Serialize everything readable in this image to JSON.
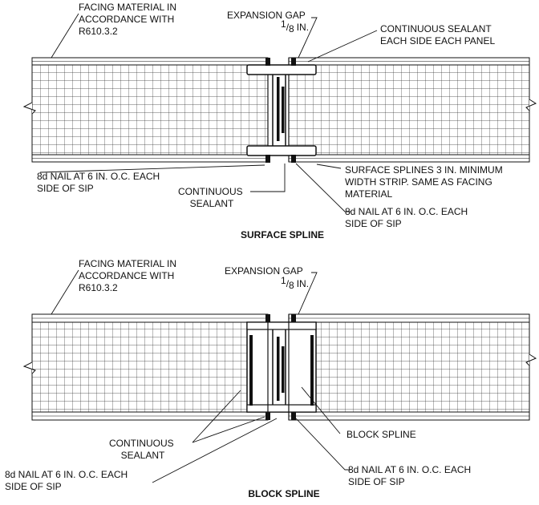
{
  "surface": {
    "facing_label": [
      "FACING MATERIAL IN",
      "ACCORDANCE WITH",
      "R610.3.2"
    ],
    "gap_label": "EXPANSION GAP",
    "gap_num": "1",
    "gap_den": "8",
    "gap_unit": "IN.",
    "sealant_label": [
      "CONTINUOUS SEALANT",
      "EACH SIDE EACH PANEL"
    ],
    "nail_left_label": [
      "8d NAIL AT 6 IN. O.C. EACH",
      "SIDE OF SIP"
    ],
    "cont_sealant_label": [
      "CONTINUOUS",
      "SEALANT"
    ],
    "splines_label": [
      "SURFACE SPLINES 3 IN. MINIMUM",
      "WIDTH STRIP. SAME AS FACING",
      "MATERIAL"
    ],
    "nail_right_label": [
      "8d NAIL AT 6 IN. O.C. EACH",
      "SIDE OF SIP"
    ],
    "caption": "SURFACE SPLINE"
  },
  "block": {
    "facing_label": [
      "FACING MATERIAL IN",
      "ACCORDANCE WITH",
      "R610.3.2"
    ],
    "gap_label": "EXPANSION GAP",
    "gap_num": "1",
    "gap_den": "8",
    "gap_unit": "IN.",
    "cont_sealant_label": [
      "CONTINUOUS",
      "SEALANT"
    ],
    "block_spline_label": "BLOCK SPLINE",
    "nail_left_label": [
      "8d NAIL AT 6 IN. O.C. EACH",
      "SIDE OF SIP"
    ],
    "nail_right_label": [
      "8d NAIL AT 6 IN. O.C. EACH",
      "SIDE OF SIP"
    ],
    "caption": "BLOCK SPLINE"
  },
  "colors": {
    "line": "#111111",
    "grid": "#333333",
    "background": "#ffffff"
  }
}
